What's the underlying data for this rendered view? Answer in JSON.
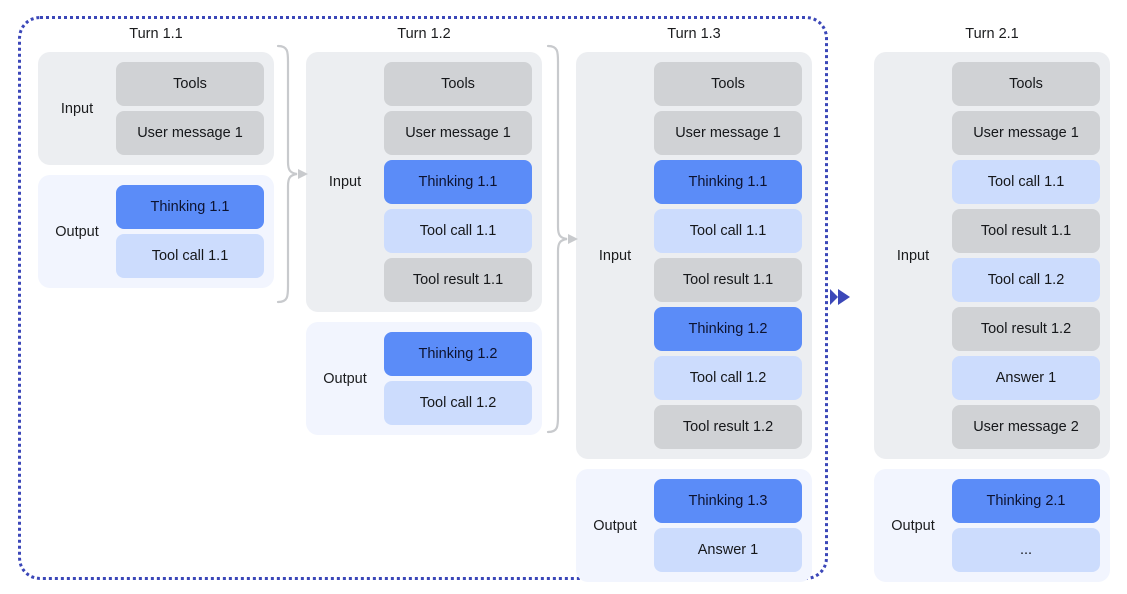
{
  "diagram": {
    "title_hidden": "",
    "session_boundary_label": "conversation-session-boundary",
    "colors": {
      "boundary": "#3b47b8",
      "input_panel": "#eceef1",
      "output_panel": "#f2f5fe",
      "block_gray": "#d0d2d5",
      "block_thinking": "#5b8cf8",
      "block_light_blue": "#ccdcfd",
      "connector_gray": "#c8cacd",
      "arrow_blue": "#3b47b8"
    },
    "labels": {
      "input": "Input",
      "output": "Output"
    }
  },
  "columns": [
    {
      "id": "turn-1-1",
      "title": "Turn 1.1",
      "input": {
        "label": "Input",
        "blocks": [
          {
            "text": "Tools",
            "kind": "gray"
          },
          {
            "text": "User message 1",
            "kind": "gray"
          }
        ]
      },
      "output": {
        "label": "Output",
        "blocks": [
          {
            "text": "Thinking 1.1",
            "kind": "blue-dark"
          },
          {
            "text": "Tool call 1.1",
            "kind": "blue-lite"
          }
        ]
      }
    },
    {
      "id": "turn-1-2",
      "title": "Turn 1.2",
      "input": {
        "label": "Input",
        "blocks": [
          {
            "text": "Tools",
            "kind": "gray"
          },
          {
            "text": "User message 1",
            "kind": "gray"
          },
          {
            "text": "Thinking 1.1",
            "kind": "blue-dark"
          },
          {
            "text": "Tool call 1.1",
            "kind": "blue-lite"
          },
          {
            "text": "Tool result 1.1",
            "kind": "gray"
          }
        ]
      },
      "output": {
        "label": "Output",
        "blocks": [
          {
            "text": "Thinking 1.2",
            "kind": "blue-dark"
          },
          {
            "text": "Tool call 1.2",
            "kind": "blue-lite"
          }
        ]
      }
    },
    {
      "id": "turn-1-3",
      "title": "Turn 1.3",
      "input": {
        "label": "Input",
        "blocks": [
          {
            "text": "Tools",
            "kind": "gray"
          },
          {
            "text": "User message 1",
            "kind": "gray"
          },
          {
            "text": "Thinking 1.1",
            "kind": "blue-dark"
          },
          {
            "text": "Tool call 1.1",
            "kind": "blue-lite"
          },
          {
            "text": "Tool result 1.1",
            "kind": "gray"
          },
          {
            "text": "Thinking 1.2",
            "kind": "blue-dark"
          },
          {
            "text": "Tool call 1.2",
            "kind": "blue-lite"
          },
          {
            "text": "Tool result 1.2",
            "kind": "gray"
          }
        ]
      },
      "output": {
        "label": "Output",
        "blocks": [
          {
            "text": "Thinking 1.3",
            "kind": "blue-dark"
          },
          {
            "text": "Answer 1",
            "kind": "blue-lite"
          }
        ]
      }
    },
    {
      "id": "turn-2-1",
      "title": "Turn 2.1",
      "input": {
        "label": "Input",
        "blocks": [
          {
            "text": "Tools",
            "kind": "gray"
          },
          {
            "text": "User message 1",
            "kind": "gray"
          },
          {
            "text": "Tool call 1.1",
            "kind": "blue-lite"
          },
          {
            "text": "Tool result 1.1",
            "kind": "gray"
          },
          {
            "text": "Tool call 1.2",
            "kind": "blue-lite"
          },
          {
            "text": "Tool result 1.2",
            "kind": "gray"
          },
          {
            "text": "Answer 1",
            "kind": "blue-lite"
          },
          {
            "text": "User message 2",
            "kind": "gray"
          }
        ]
      },
      "output": {
        "label": "Output",
        "blocks": [
          {
            "text": "Thinking 2.1",
            "kind": "blue-dark"
          },
          {
            "text": "...",
            "kind": "blue-lite"
          }
        ]
      }
    }
  ],
  "connectors": [
    {
      "id": "brace-1-to-2",
      "from": "turn-1-1",
      "to": "turn-1-2",
      "style": "brace-arrow"
    },
    {
      "id": "brace-2-to-3",
      "from": "turn-1-2",
      "to": "turn-1-3",
      "style": "brace-arrow"
    },
    {
      "id": "arrow-session",
      "from": "turn-1-3",
      "to": "turn-2-1",
      "style": "arrow"
    }
  ]
}
